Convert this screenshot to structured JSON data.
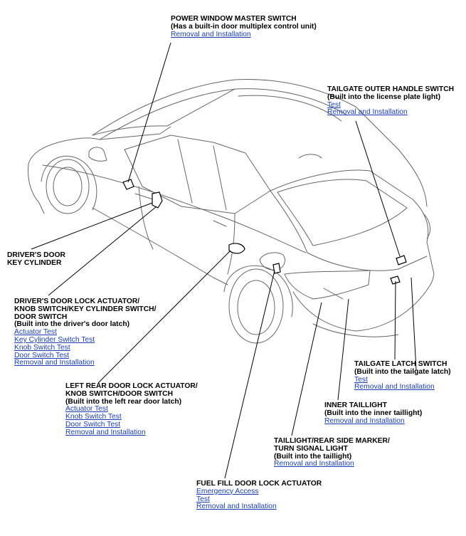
{
  "callouts": {
    "power_window": {
      "title": [
        "POWER WINDOW MASTER SWITCH"
      ],
      "note": "(Has a built-in door multiplex control unit)",
      "links": [
        "Removal and Installation"
      ]
    },
    "tailgate_outer_handle": {
      "title": [
        "TAILGATE OUTER HANDLE SWITCH"
      ],
      "note": "(Built into the license plate light)",
      "links": [
        "Test",
        "Removal and Installation"
      ]
    },
    "drivers_door_key_cylinder": {
      "title": [
        "DRIVER'S DOOR",
        "KEY CYLINDER"
      ]
    },
    "drivers_door_lock_actuator": {
      "title": [
        "DRIVER'S DOOR LOCK ACTUATOR/",
        "KNOB SWITCH/KEY CYLINDER SWITCH/",
        "DOOR SWITCH"
      ],
      "note": "(Built into the driver's door latch)",
      "links": [
        "Actuator Test",
        "Key Cylinder Switch Test",
        "Knob Switch Test",
        "Door Switch Test",
        "Removal and Installation"
      ]
    },
    "tailgate_latch": {
      "title": [
        "TAILGATE LATCH SWITCH"
      ],
      "note": "(Built into the tailgate latch)",
      "links": [
        "Test",
        "Removal and Installation"
      ]
    },
    "left_rear_door_lock_actuator": {
      "title": [
        "LEFT REAR DOOR LOCK ACTUATOR/",
        "KNOB SWITCH/DOOR SWITCH"
      ],
      "note": "(Built into the left rear door latch)",
      "links": [
        "Actuator Test",
        "Knob Switch Test",
        "Door Switch Test",
        "Removal and Installation"
      ]
    },
    "inner_taillight": {
      "title": [
        "INNER TAILLIGHT"
      ],
      "note": "(Built into the inner taillight)",
      "links": [
        "Removal and Installation"
      ]
    },
    "taillight_side_marker": {
      "title": [
        "TAILLIGHT/REAR SIDE MARKER/",
        "TURN SIGNAL LIGHT"
      ],
      "note": "(Built into the taillight)",
      "links": [
        "Removal and Installation"
      ]
    },
    "fuel_fill_door": {
      "title": [
        "FUEL FILL DOOR LOCK ACTUATOR"
      ],
      "links": [
        "Emergency Access",
        "Test",
        "Removal and Installation"
      ]
    }
  },
  "colors": {
    "link": "#1a3fb8",
    "line": "#000000",
    "outline": "#555555"
  }
}
